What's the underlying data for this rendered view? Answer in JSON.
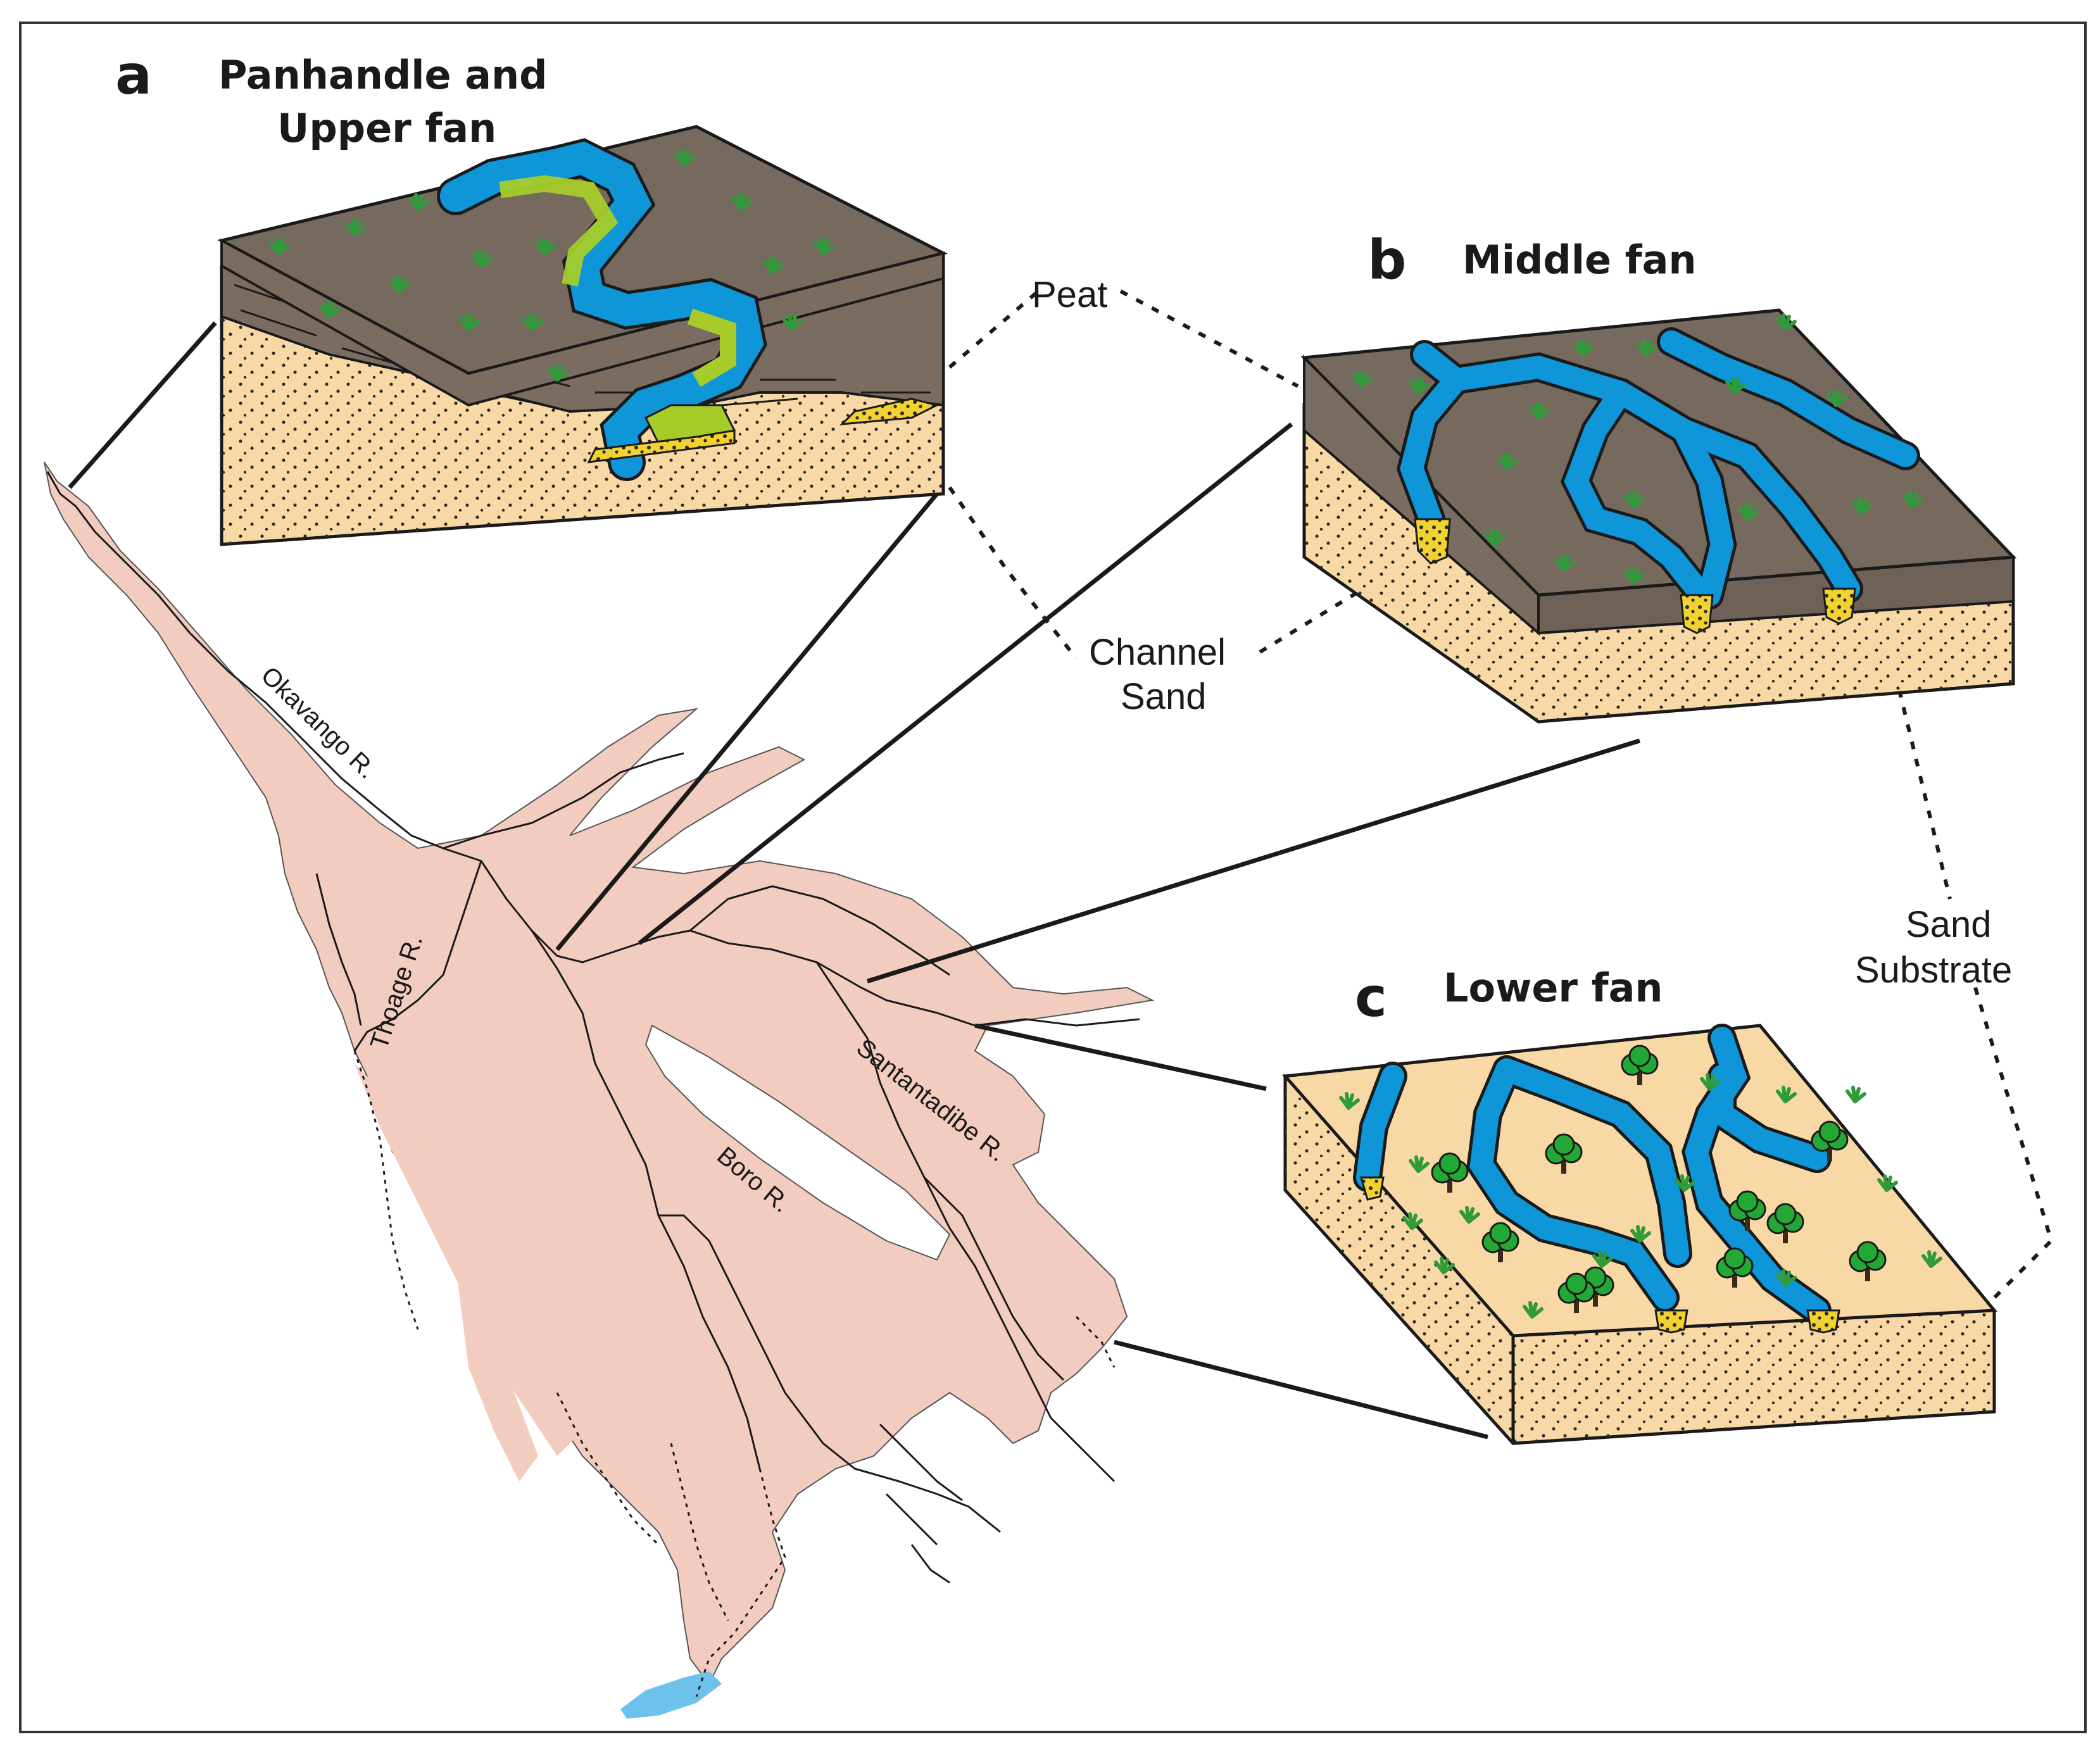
{
  "panels": {
    "a": {
      "letter": "a",
      "title_line1": "Panhandle and",
      "title_line2": "Upper fan"
    },
    "b": {
      "letter": "b",
      "title": "Middle fan"
    },
    "c": {
      "letter": "c",
      "title": "Lower fan"
    }
  },
  "annotations": {
    "peat": "Peat",
    "channel_sand_line1": "Channel",
    "channel_sand_line2": "Sand",
    "sand_substrate_line1": "Sand",
    "sand_substrate_line2": "Substrate"
  },
  "rivers": {
    "okavango": "Okavango R.",
    "thoage": "Thoage R.",
    "santantadibe": "Santantadibe R.",
    "boro": "Boro R."
  },
  "colors": {
    "peat": "#7a6c60",
    "peat_top": "#766a5e",
    "sand": "#f8d9a5",
    "water": "#0f96d8",
    "point_bar": "#a7cc2a",
    "channel_sand": "#f2d22e",
    "delta": "#f2cdbf",
    "lake": "#6cc2ea",
    "grass": "#2f9b3a",
    "tree": "#23a835"
  }
}
